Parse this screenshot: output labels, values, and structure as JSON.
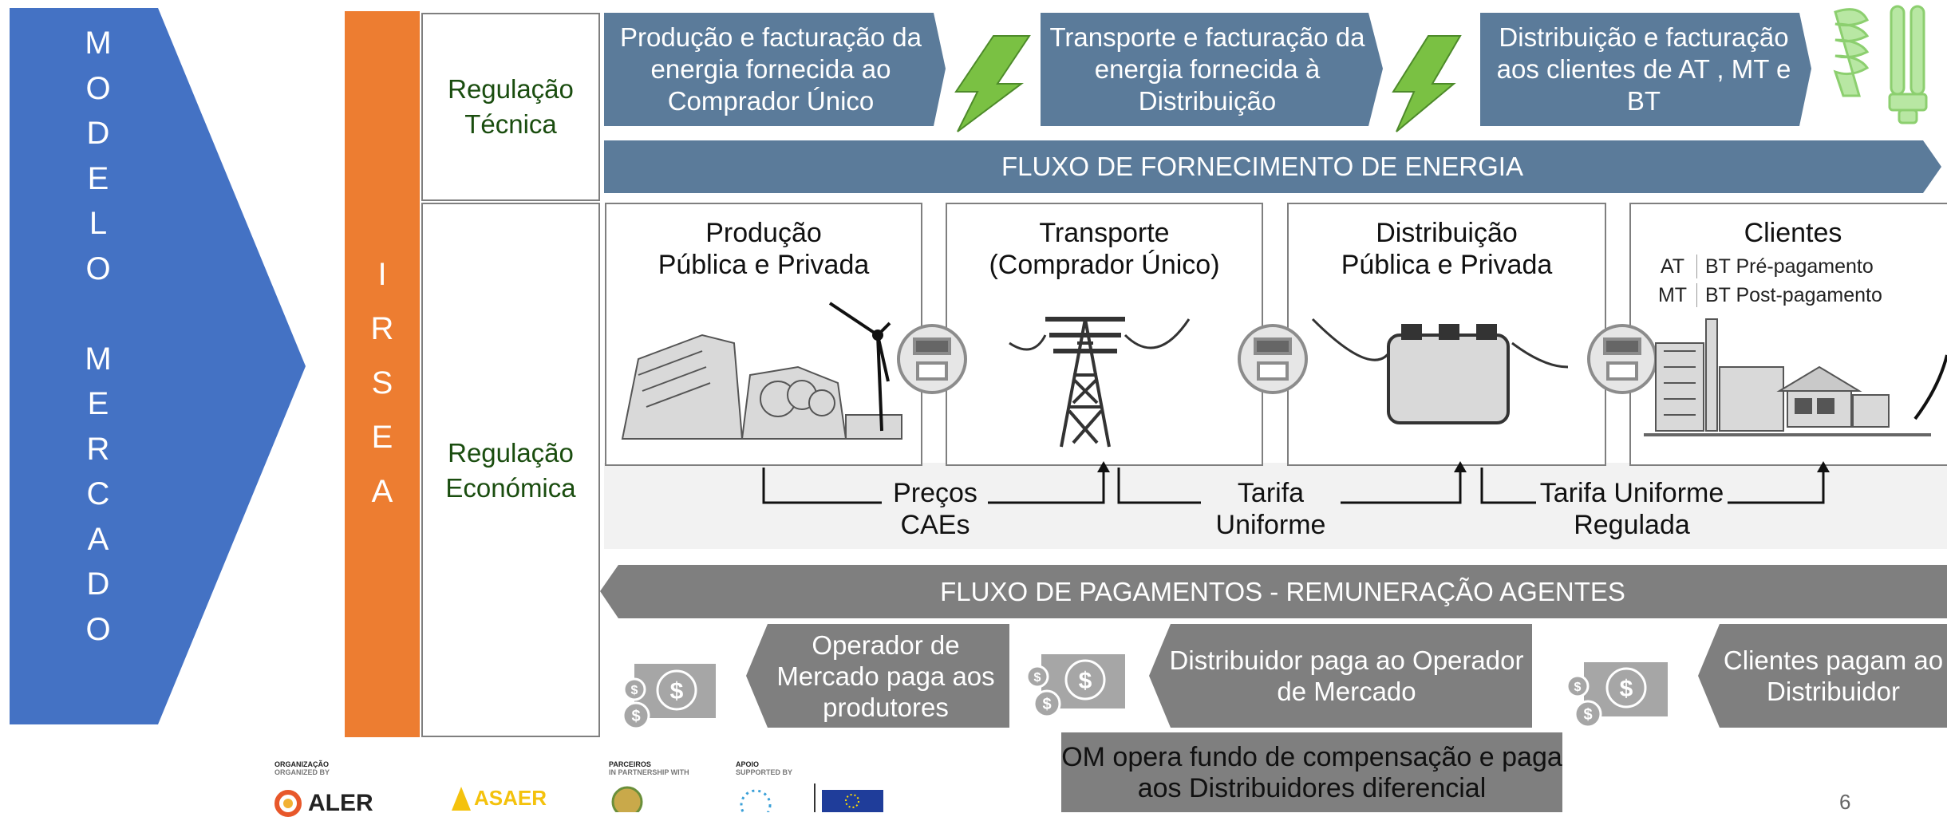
{
  "left_arrow": {
    "letters": [
      "M",
      "O",
      "D",
      "E",
      "L",
      "O",
      "",
      "M",
      "E",
      "R",
      "C",
      "A",
      "D",
      "O"
    ]
  },
  "irsea": {
    "letters": [
      "I",
      "R",
      "S",
      "E",
      "A"
    ]
  },
  "regulation": {
    "tecnica": "Regulação\nTécnica",
    "economica": "Regulação\nEconómica"
  },
  "top_flow": {
    "step1": "Produção e facturação da energia fornecida ao Comprador Único",
    "step2": "Transporte e facturação da energia fornecida à Distribuição",
    "step3": "Distribuição e facturação aos clientes de AT , MT e BT"
  },
  "energy_flow_label": "FLUXO DE FORNECIMENTO DE ENERGIA",
  "boxes": {
    "producao": "Produção\nPública e Privada",
    "transporte": "Transporte\n(Comprador Único)",
    "distribuicao": "Distribuição\nPública e Privada",
    "clientes": "Clientes",
    "clientes_rows": [
      {
        "level": "AT",
        "type": "BT Pré-pagamento"
      },
      {
        "level": "MT",
        "type": "BT Post-pagamento"
      }
    ]
  },
  "tariffs": {
    "t1": "Preços\nCAEs",
    "t2": "Tarifa\nUniforme",
    "t3": "Tarifa Uniforme\nRegulada"
  },
  "payment_flow_label": "FLUXO DE PAGAMENTOS - REMUNERAÇÃO AGENTES",
  "payments": {
    "p1": "Operador de Mercado paga aos produtores",
    "p2": "Distribuidor paga ao Operador de Mercado",
    "p3": "Clientes pagam ao Distribuidor",
    "om": "OM opera fundo de compensação e paga aos Distribuidores diferencial"
  },
  "footer": {
    "org": "ORGANIZAÇÃO",
    "org_en": "ORGANIZED BY",
    "partners": "PARCEIROS",
    "partners_en": "IN PARTNERSHIP WITH",
    "support": "APOIO",
    "support_en": "SUPPORTED BY",
    "alep": "ALER",
    "asaer": "ASAER",
    "page_number": "6"
  },
  "colors": {
    "blue": "#4472c4",
    "orange": "#ed7d31",
    "slate": "#5b7b9a",
    "grey": "#7f7f7f",
    "green_text": "#1a4d0f"
  }
}
